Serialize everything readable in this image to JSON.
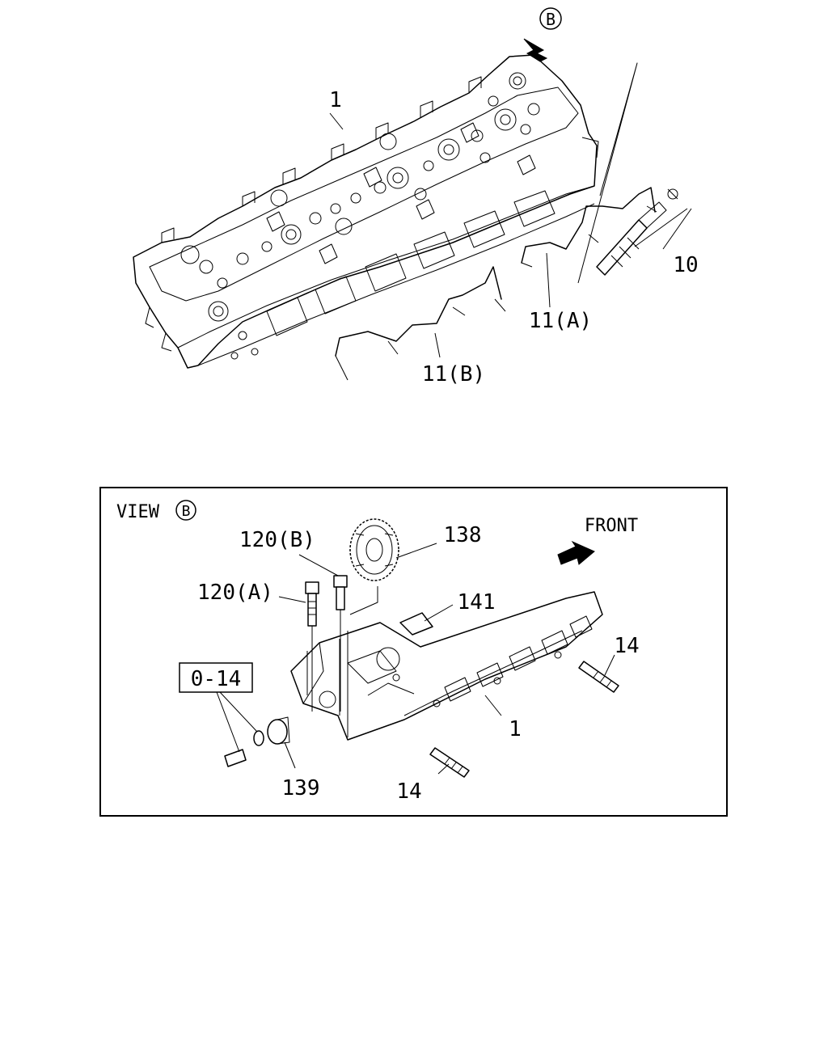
{
  "upper_view": {
    "label_view_marker": "B",
    "callouts": {
      "head": "1",
      "glow_plug": "10",
      "connector_a": "11(A)",
      "connector_b": "11(B)"
    }
  },
  "view_b_panel": {
    "title": "VIEW",
    "title_marker": "B",
    "front_label": "FRONT",
    "boxed_ref": "0-14",
    "callouts": {
      "bolt_b": "120(B)",
      "bolt_a": "120(A)",
      "gear": "138",
      "cap": "141",
      "stud_upper": "14",
      "stud_lower": "14",
      "head": "1",
      "bushing": "139"
    }
  }
}
